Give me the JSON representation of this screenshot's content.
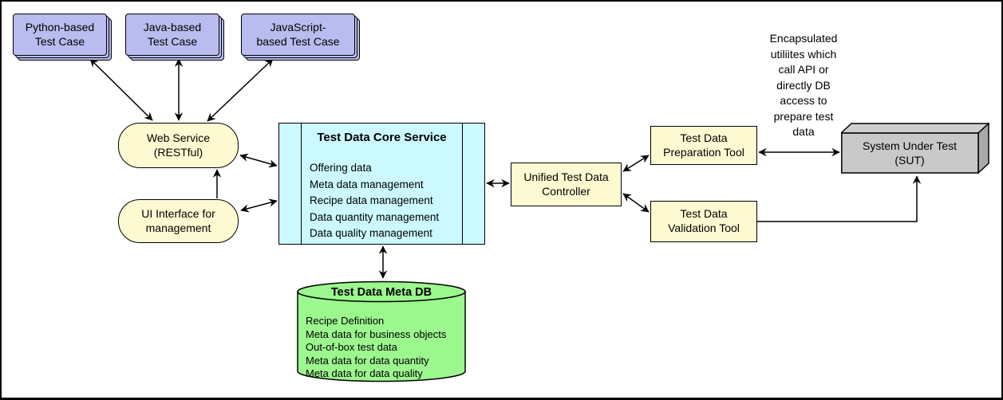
{
  "colors": {
    "test_case_fill": "#b9bcee",
    "rounded_fill": "#fdfad2",
    "core_fill": "#cbf9ff",
    "db_fill": "#9cf78e",
    "sut_front": "#c9c9c9",
    "sut_top": "#cfcfcf",
    "sut_side": "#a9a9a9",
    "stroke": "#000000"
  },
  "test_cases": [
    {
      "label": "Python-based\nTest Case"
    },
    {
      "label": "Java-based\nTest Case"
    },
    {
      "label": "JavaScript-\nbased Test Case"
    }
  ],
  "web_service": {
    "label": "Web Service\n(RESTful)"
  },
  "ui_interface": {
    "label": "UI Interface for\nmanagement"
  },
  "core_service": {
    "title": "Test Data Core Service",
    "items": [
      "Offering data",
      "Meta data management",
      "Recipe data management",
      "Data quantity management",
      "Data quality management"
    ]
  },
  "controller": {
    "label": "Unified Test Data\nController"
  },
  "preparation_tool": {
    "label": "Test Data\nPreparation Tool"
  },
  "validation_tool": {
    "label": "Test Data\nValidation Tool"
  },
  "sut": {
    "label": "System Under Test\n(SUT)"
  },
  "annotation": {
    "text": "Encapsulated\nutiliites which\ncall API or\ndirectly DB\naccess to\nprepare test\ndata"
  },
  "meta_db": {
    "title": "Test Data Meta DB",
    "items": [
      "Recipe Definition",
      "Meta data for business objects",
      "Out-of-box test data",
      "Meta data for data quantity",
      "Meta data for data quality"
    ]
  }
}
